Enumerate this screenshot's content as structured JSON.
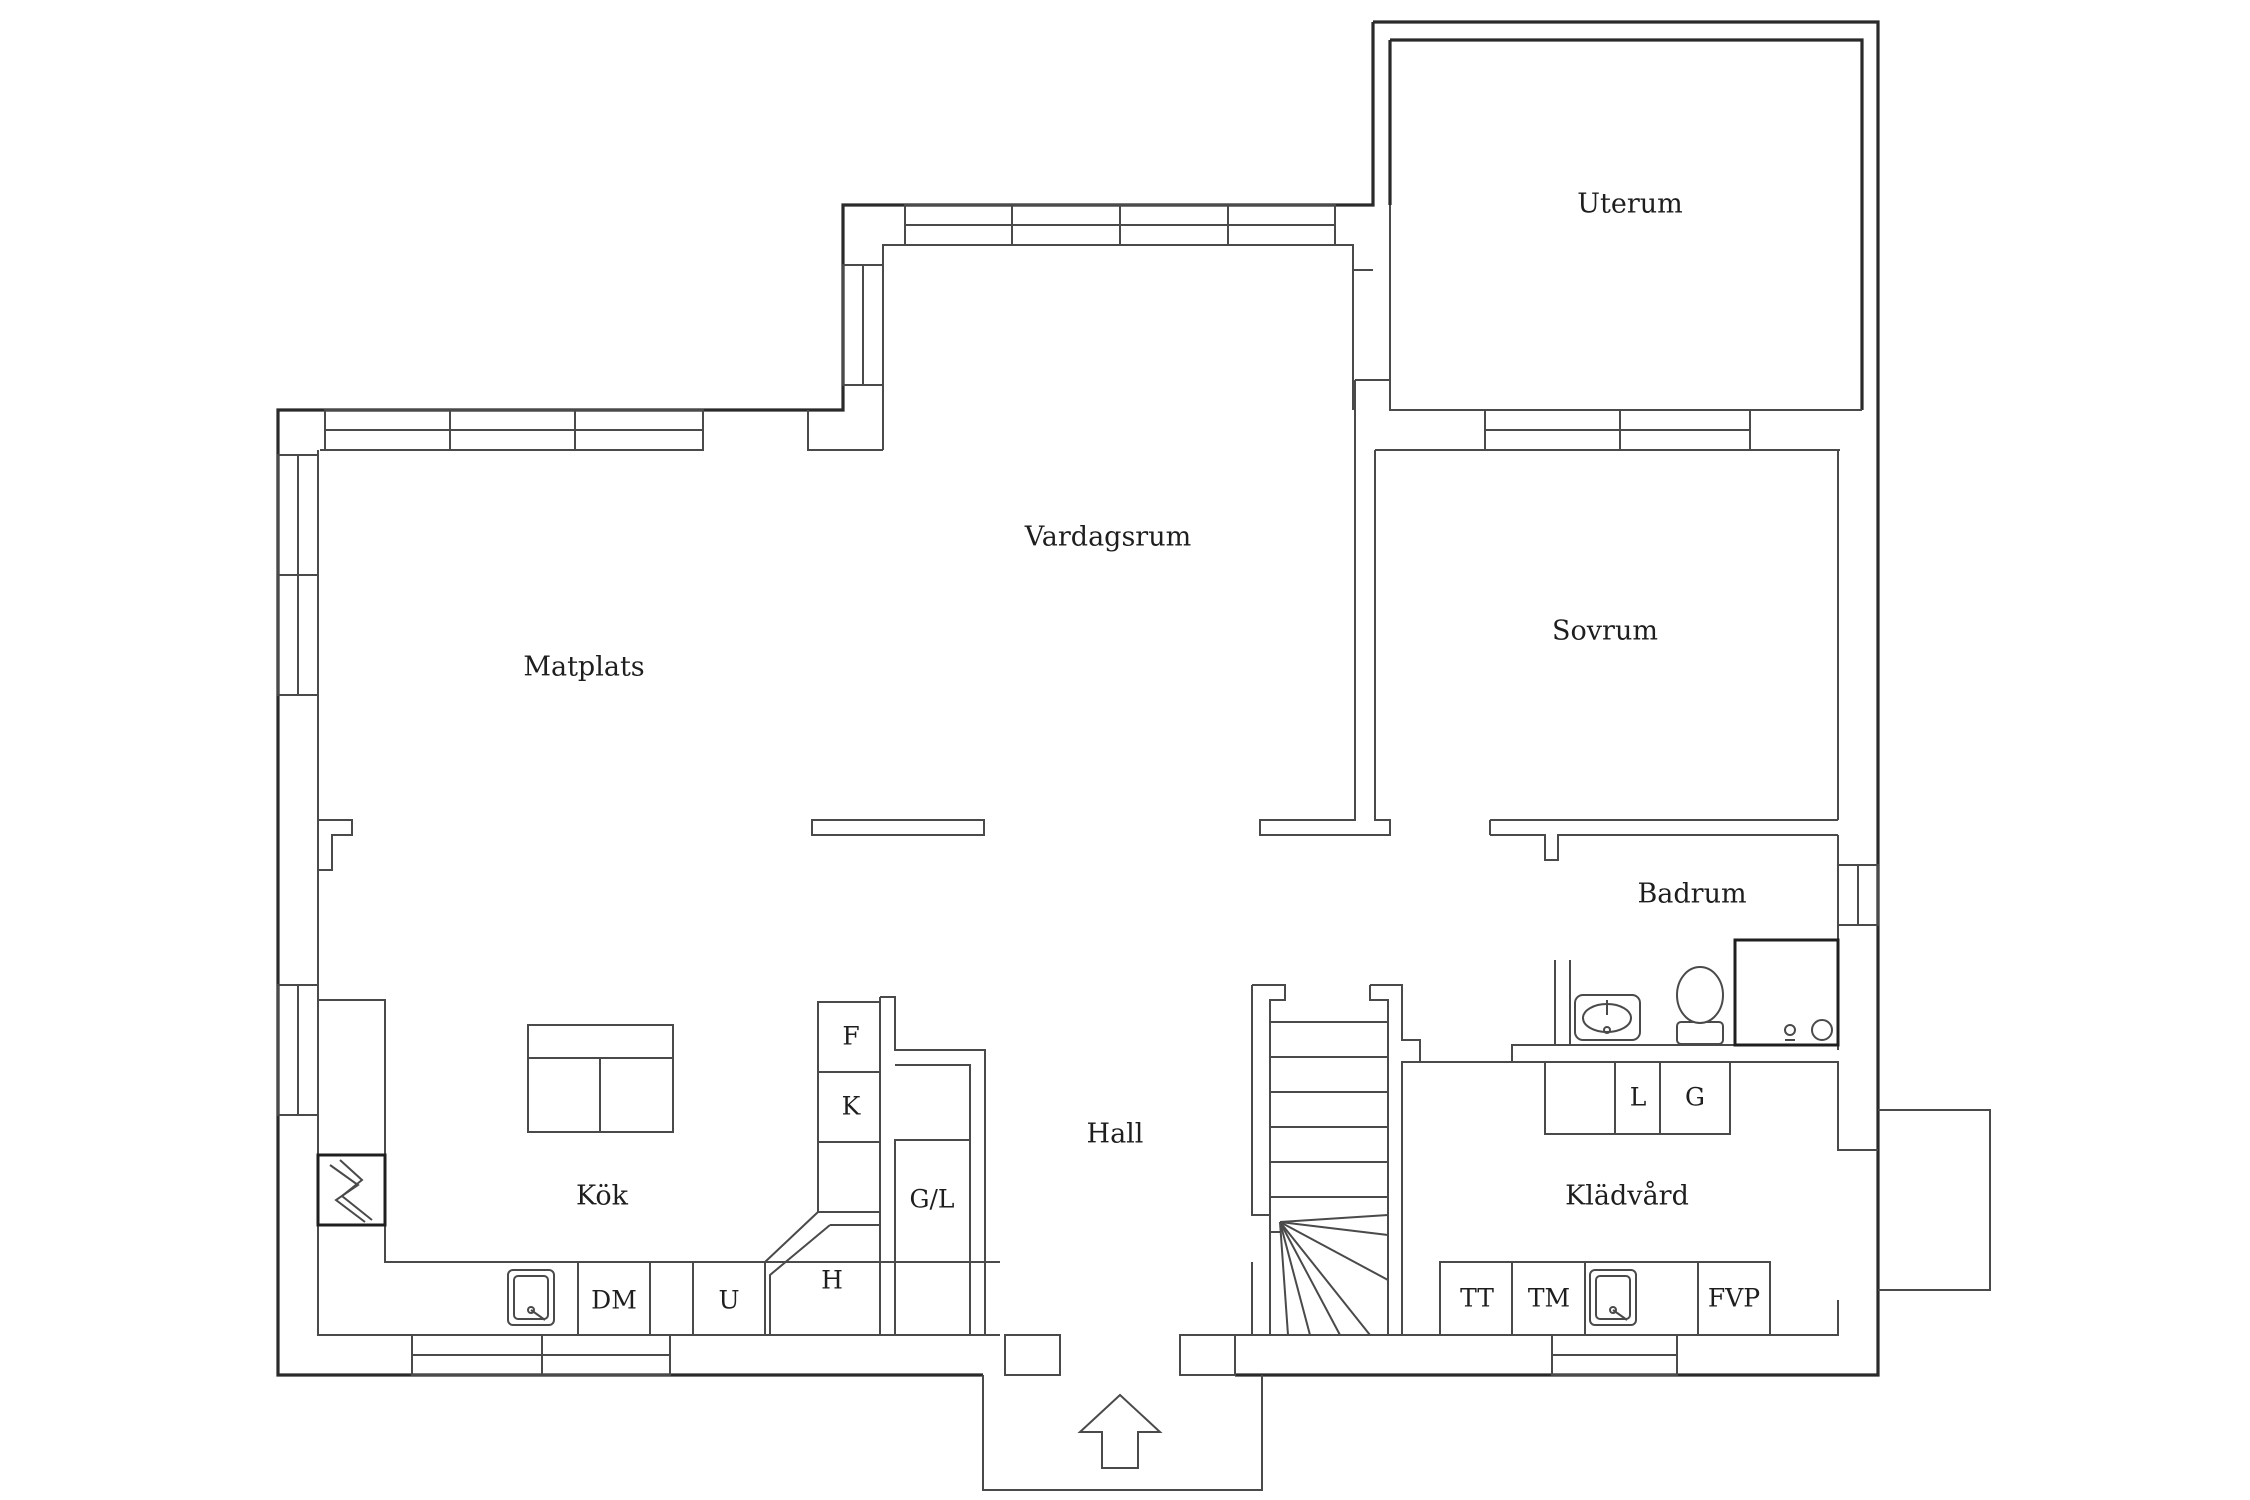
{
  "rooms": {
    "uterum": "Uterum",
    "vardagsrum": "Vardagsrum",
    "matplats": "Matplats",
    "sovrum": "Sovrum",
    "badrum": "Badrum",
    "hall": "Hall",
    "kok": "Kök",
    "kladvard": "Klädvård"
  },
  "appliances": {
    "f": "F",
    "k": "K",
    "gl": "G/L",
    "h": "H",
    "dm": "DM",
    "u": "U",
    "l": "L",
    "g": "G",
    "tt": "TT",
    "tm": "TM",
    "fvp": "FVP"
  },
  "colors": {
    "line": "#2a2a2a",
    "background": "#ffffff"
  }
}
